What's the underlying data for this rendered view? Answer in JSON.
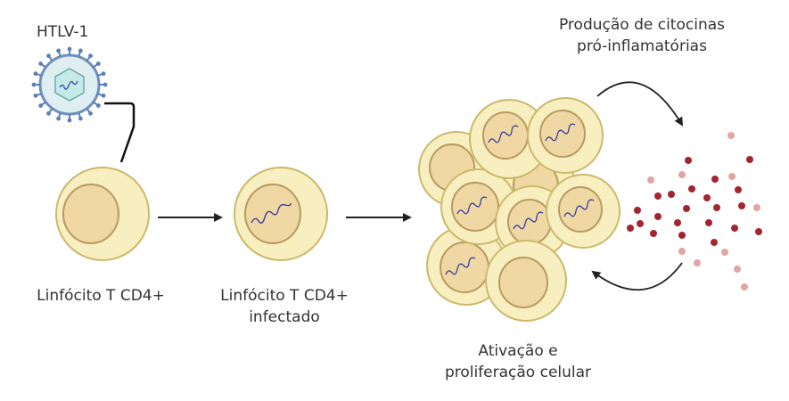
{
  "labels": {
    "virus": "HTLV-1",
    "cell1": "Linfócito T CD4+",
    "cell2_line1": "Linfócito T CD4+",
    "cell2_line2": "infectado",
    "cluster_line1": "Ativação e",
    "cluster_line2": "proliferação celular",
    "cytokines_line1": "Produção de citocinas",
    "cytokines_line2": "pró-inflamatórias"
  },
  "colors": {
    "cell_outer": "#f7efc0",
    "cell_outer_stroke": "#cdb96a",
    "nucleus": "#efd8a3",
    "nucleus_stroke": "#b99a5e",
    "dna": "#3a3f9e",
    "arrow": "#222222",
    "cytokine_dark": "#a3252f",
    "cytokine_light": "#e2a4a4",
    "virus_capsid": "#a7d7d4",
    "virus_spike": "#5b7fb8"
  }
}
